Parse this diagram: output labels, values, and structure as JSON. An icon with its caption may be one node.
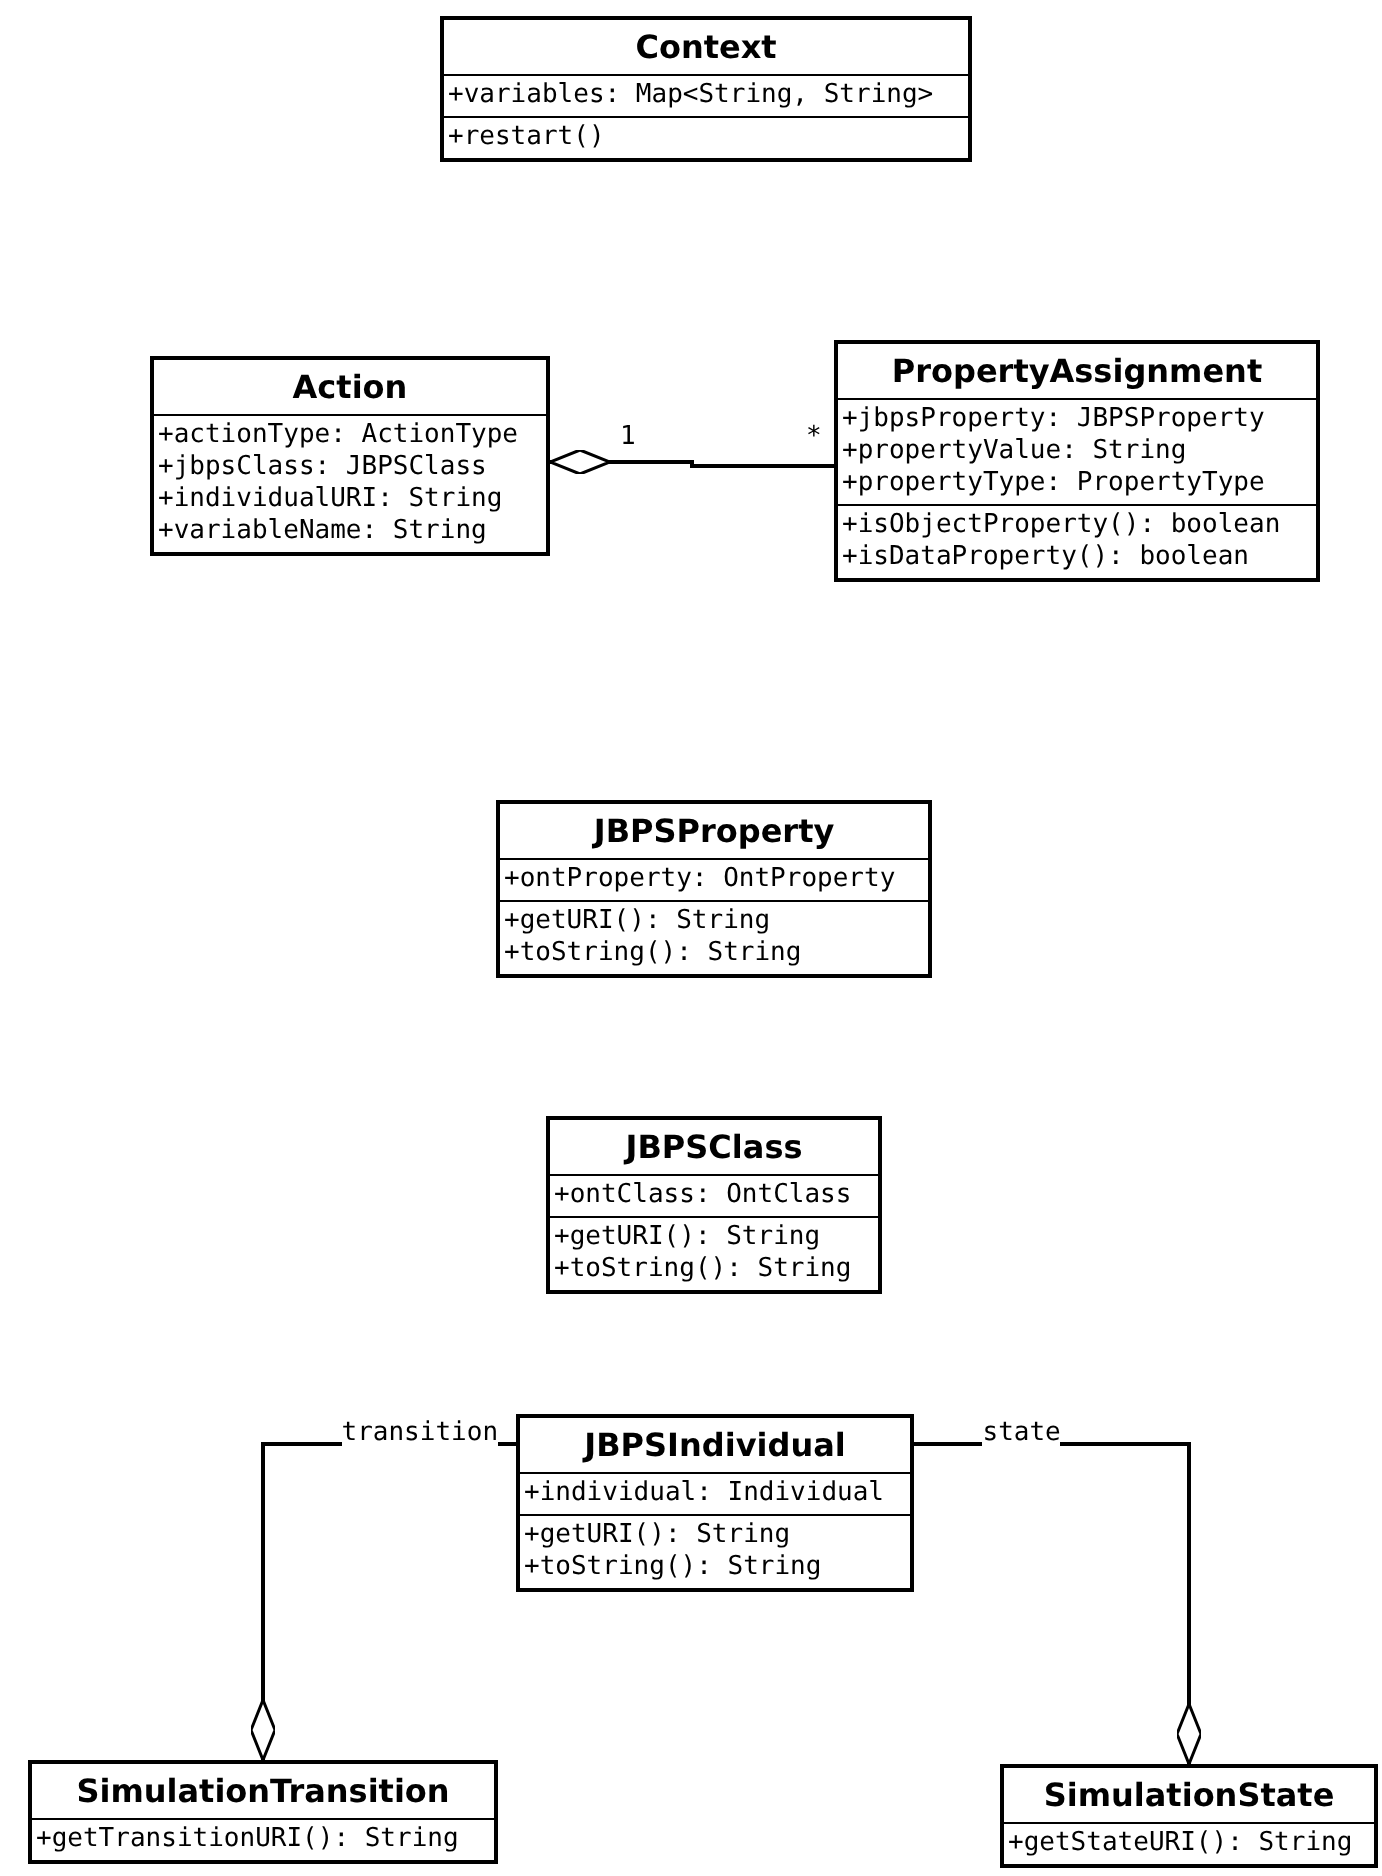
{
  "diagram": {
    "nodes": [
      {
        "text": [
          "Context",
          "+variables: Map<String, String>",
          "+restart()"
        ]
      },
      {
        "text": [
          "Action",
          "+actionType: ActionType",
          "+jbpsClass: JBPSClass",
          "+individualURI: String",
          "+variableName: String"
        ]
      },
      {
        "text": [
          "PropertyAssignment",
          "+jbpsProperty: JBPSProperty",
          "+propertyValue: String",
          "+propertyType: PropertyType",
          "+isObjectProperty(): boolean",
          "+isDataProperty(): boolean"
        ]
      },
      {
        "text": [
          "JBPSProperty",
          "+ontProperty: OntProperty",
          "+getURI(): String",
          "+toString(): String"
        ]
      },
      {
        "text": [
          "JBPSClass",
          "+ontClass: OntClass",
          "+getURI(): String",
          "+toString(): String"
        ]
      },
      {
        "text": [
          "JBPSIndividual",
          "+individual: Individual",
          "+getURI(): String",
          "+toString(): String"
        ]
      },
      {
        "text": [
          "SimulationTransition",
          "+getTransitionURI(): String"
        ]
      },
      {
        "text": [
          "SimulationState",
          "+getStateURI(): String"
        ]
      }
    ],
    "edges": [
      {
        "from": 2,
        "to": 1,
        "arrow": "other"
      },
      {
        "from": 5,
        "to": 6,
        "label": "transition",
        "arrow": "other"
      },
      {
        "from": 5,
        "to": 7,
        "label": "state",
        "arrow": "other"
      }
    ],
    "labels": [
      "1",
      "*"
    ]
  }
}
